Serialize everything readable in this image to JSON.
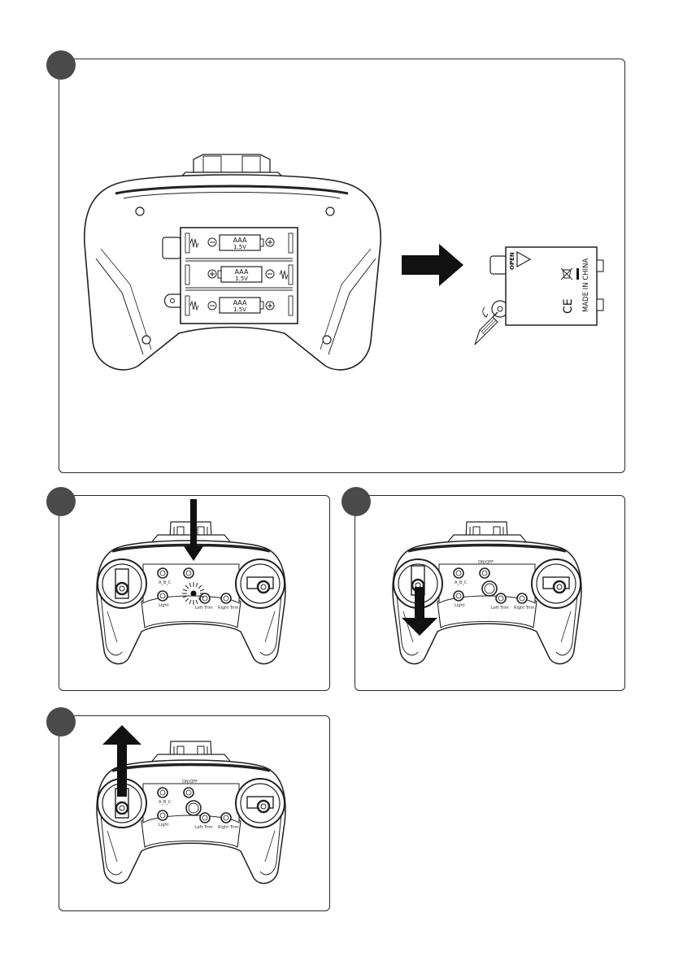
{
  "panel1": {
    "batteries": [
      {
        "type": "AAA",
        "voltage": "1.5V"
      },
      {
        "type": "AAA",
        "voltage": "1.5V"
      },
      {
        "type": "AAA",
        "voltage": "1.5V"
      }
    ],
    "cover": {
      "open_label": "OPEN",
      "ce_mark": "CE",
      "origin": "MADE IN CHINA"
    }
  },
  "controller_labels": {
    "abc": "A_B_C",
    "onoff": "ON/OFF",
    "light": "Light",
    "left_trim": "Left Trim",
    "right_trim": "Right Trim"
  }
}
